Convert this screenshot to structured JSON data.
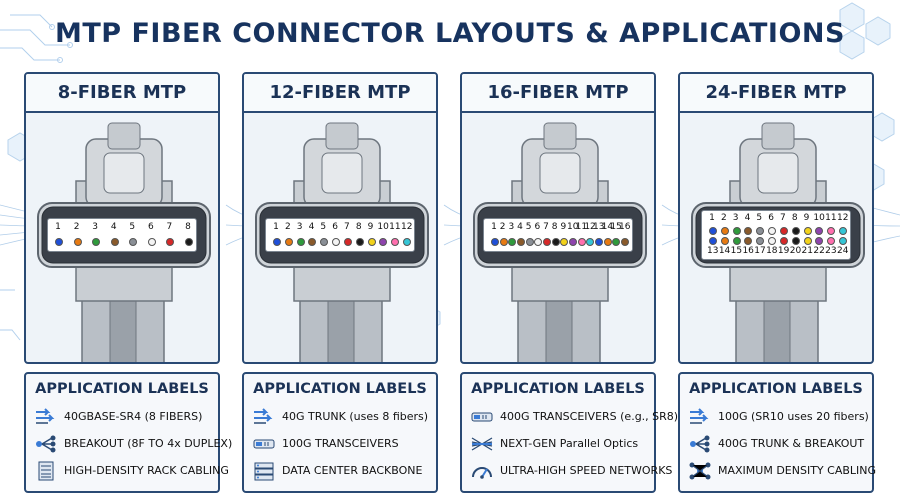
{
  "title": "MTP FIBER CONNECTOR LAYOUTS & APPLICATIONS",
  "colors": {
    "title": "#17335f",
    "border": "#2a4a74",
    "panel_bg": "#eef3f8",
    "fiber_colors": [
      "#1f4fd8",
      "#e77a12",
      "#2f9a3c",
      "#8a5a2b",
      "#8a8f96",
      "#f4f4f4",
      "#d62828",
      "#1a1a1a",
      "#f2d21b",
      "#8e44ad",
      "#ff6fae",
      "#35c6d6"
    ]
  },
  "connectors": [
    {
      "title": "8-FIBER MTP",
      "fiber_count": 8,
      "rows": [
        [
          "1",
          "2",
          "3",
          "4",
          "5",
          "6",
          "7",
          "8"
        ]
      ]
    },
    {
      "title": "12-FIBER MTP",
      "fiber_count": 12,
      "rows": [
        [
          "1",
          "2",
          "3",
          "4",
          "5",
          "6",
          "7",
          "8",
          "9",
          "10",
          "11",
          "12"
        ]
      ]
    },
    {
      "title": "16-FIBER MTP",
      "fiber_count": 16,
      "rows": [
        [
          "1",
          "2",
          "3",
          "4",
          "5",
          "6",
          "7",
          "8",
          "9",
          "10",
          "11",
          "12",
          "13",
          "14",
          "15",
          "16"
        ]
      ]
    },
    {
      "title": "24-FIBER MTP",
      "fiber_count": 24,
      "rows": [
        [
          "1",
          "2",
          "3",
          "4",
          "5",
          "6",
          "7",
          "8",
          "9",
          "10",
          "11",
          "12"
        ],
        [
          "13",
          "14",
          "15",
          "16",
          "17",
          "18",
          "19",
          "20",
          "21",
          "22",
          "23",
          "24"
        ]
      ]
    }
  ],
  "applications": [
    {
      "heading": "APPLICATION LABELS",
      "items": [
        {
          "label": "40GBASE-SR4 (8 FIBERS)",
          "icon": "arrows-icon"
        },
        {
          "label": "BREAKOUT (8F TO 4x DUPLEX)",
          "icon": "breakout-icon"
        },
        {
          "label": "HIGH-DENSITY RACK CABLING",
          "icon": "rack-icon"
        }
      ]
    },
    {
      "heading": "APPLICATION LABELS",
      "items": [
        {
          "label": "40G TRUNK (uses 8 fibers)",
          "icon": "arrows-icon"
        },
        {
          "label": "100G TRANSCEIVERS",
          "icon": "transceiver-icon"
        },
        {
          "label": "DATA CENTER BACKBONE",
          "icon": "server-icon"
        }
      ]
    },
    {
      "heading": "APPLICATION LABELS",
      "items": [
        {
          "label": "400G TRANSCEIVERS (e.g., SR8)",
          "icon": "transceiver-icon"
        },
        {
          "label": "NEXT-GEN Parallel Optics",
          "icon": "parallel-optics-icon"
        },
        {
          "label": "ULTRA-HIGH SPEED NETWORKS",
          "icon": "speedometer-icon"
        }
      ]
    },
    {
      "heading": "APPLICATION LABELS",
      "items": [
        {
          "label": "100G (SR10 uses 20 fibers)",
          "icon": "arrows-icon"
        },
        {
          "label": "400G TRUNK & BREAKOUT",
          "icon": "breakout-icon"
        },
        {
          "label": "MAXIMUM DENSITY CABLING",
          "icon": "network-icon"
        }
      ]
    }
  ]
}
